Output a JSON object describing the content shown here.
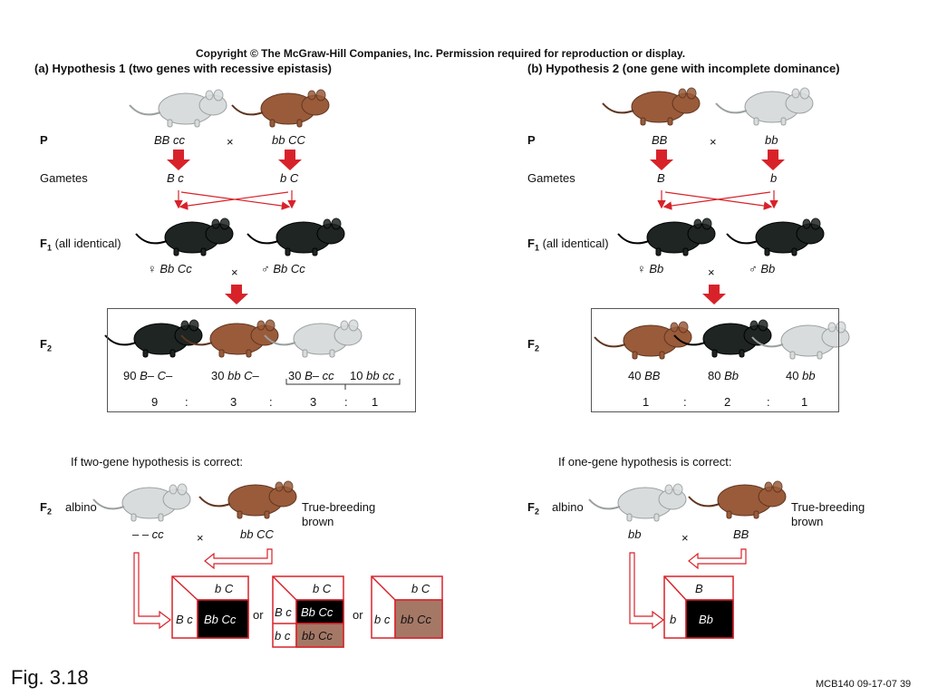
{
  "copyright": "Copyright © The McGraw-Hill Companies, Inc. Permission required for reproduction or display.",
  "panel_a": {
    "title": "(a)  Hypothesis 1 (two genes with recessive epistasis)",
    "row_p": "P",
    "row_gametes": "Gametes",
    "row_f1_sym": "F",
    "row_f1_sub": "1",
    "row_f1_note": "(all identical)",
    "row_f2_sym": "F",
    "row_f2_sub": "2",
    "p_left": "BB cc",
    "p_right": "bb CC",
    "cross": "×",
    "gamete_left": "B c",
    "gamete_right": "b C",
    "f1_left_sex": "♀",
    "f1_left": "Bb Cc",
    "f1_right_sex": "♂",
    "f1_right": "Bb Cc",
    "f2_counts": [
      "90",
      "30",
      "30",
      "10"
    ],
    "f2_genos": [
      "B– C–",
      "bb C–",
      "B– cc",
      "bb cc"
    ],
    "ratio": [
      "9",
      ":",
      "3",
      ":",
      "3",
      ":",
      "1"
    ],
    "test_title": "If two-gene hypothesis is correct:",
    "test_albino": "albino",
    "test_brown": "True-breeding",
    "test_brown2": "brown",
    "test_left_geno": "– – cc",
    "test_right_geno": "bb CC",
    "or1": "or",
    "or2": "or",
    "grid_top": "b C",
    "grid_rows": [
      "B c",
      "b c"
    ],
    "grid_cells": [
      "Bb Cc",
      "bb Cc"
    ]
  },
  "panel_b": {
    "title": "(b)  Hypothesis 2 (one gene with incomplete dominance)",
    "row_p": "P",
    "row_gametes": "Gametes",
    "row_f1_sym": "F",
    "row_f1_sub": "1",
    "row_f1_note": "(all identical)",
    "row_f2_sym": "F",
    "row_f2_sub": "2",
    "p_left": "BB",
    "p_right": "bb",
    "cross": "×",
    "gamete_left": "B",
    "gamete_right": "b",
    "f1_left_sex": "♀",
    "f1_left": "Bb",
    "f1_right_sex": "♂",
    "f1_right": "Bb",
    "f2_counts": [
      "40",
      "80",
      "40"
    ],
    "f2_genos": [
      "BB",
      "Bb",
      "bb"
    ],
    "ratio": [
      "1",
      ":",
      "2",
      ":",
      "1"
    ],
    "test_title": "If one-gene hypothesis is correct:",
    "test_albino": "albino",
    "test_brown": "True-breeding",
    "test_brown2": "brown",
    "test_left_geno": "bb",
    "test_right_geno": "BB",
    "grid_top": "B",
    "grid_row": "b",
    "grid_cell": "Bb"
  },
  "colors": {
    "black_mouse": "#1e2523",
    "brown_mouse": "#9a5b3a",
    "albino_mouse": "#d9dcdc",
    "arrow_red": "#d8222a",
    "brown_cell": "#a57866"
  },
  "fig_label": "Fig. 3.18",
  "slide_id": "MCB140 09-17-07 39"
}
